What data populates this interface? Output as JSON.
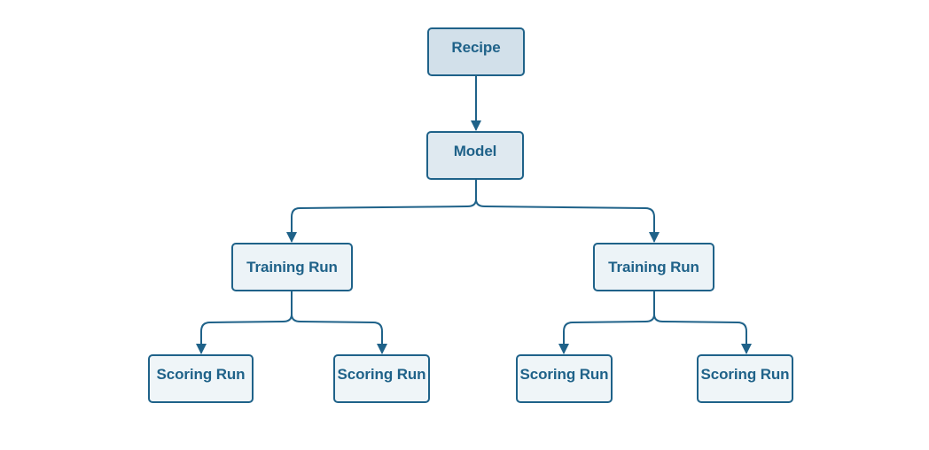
{
  "diagram": {
    "colors": {
      "stroke": "#1f6289",
      "text": "#1f6289",
      "fill_recipe": "#d2e0ea",
      "fill_model": "#dfe9f0",
      "fill_training": "#ecf3f7",
      "fill_scoring": "#eff5f8"
    },
    "nodes": {
      "recipe": "Recipe",
      "model": "Model",
      "training_run_1": "Training Run",
      "training_run_2": "Training Run",
      "scoring_run_1": "Scoring Run",
      "scoring_run_2": "Scoring Run",
      "scoring_run_3": "Scoring Run",
      "scoring_run_4": "Scoring Run"
    },
    "edges": [
      {
        "from": "recipe",
        "to": "model"
      },
      {
        "from": "model",
        "to": "training_run_1"
      },
      {
        "from": "model",
        "to": "training_run_2"
      },
      {
        "from": "training_run_1",
        "to": "scoring_run_1"
      },
      {
        "from": "training_run_1",
        "to": "scoring_run_2"
      },
      {
        "from": "training_run_2",
        "to": "scoring_run_3"
      },
      {
        "from": "training_run_2",
        "to": "scoring_run_4"
      }
    ]
  }
}
